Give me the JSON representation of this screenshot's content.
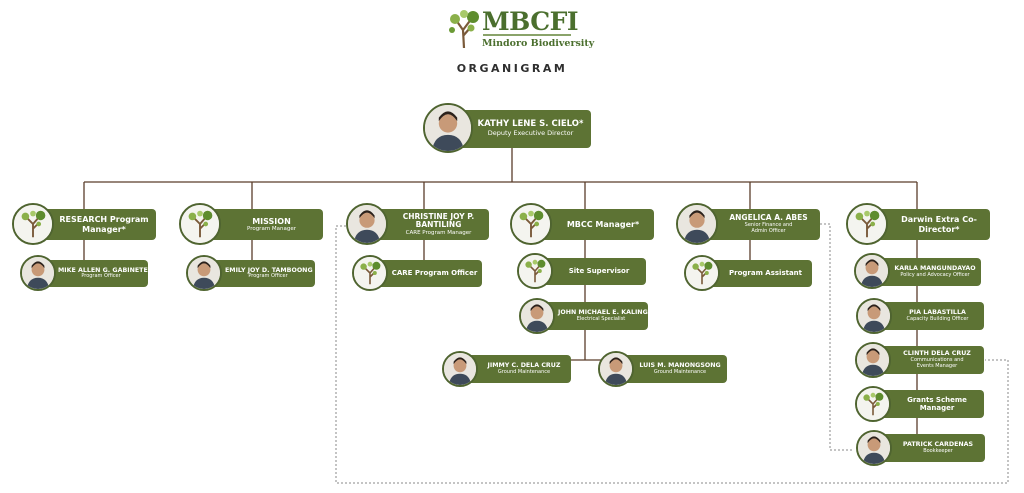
{
  "header": {
    "logo_text": "MBCFI",
    "logo_subtitle": "Mindoro Biodiversity",
    "page_title": "ORGANIGRAM"
  },
  "colors": {
    "box": "#5d7334",
    "line": "#5a3d2b",
    "dashed": "#8a8a8a",
    "text": "#ffffff"
  },
  "top": {
    "name": "KATHY LENE S. CIELO*",
    "role": "Deputy Executive Director",
    "avatar": "person-photo"
  },
  "columns": [
    {
      "head": {
        "name_lines": [
          "RESEARCH Program",
          "Manager*"
        ],
        "role": "",
        "avatar": "logo-icon"
      },
      "members": [
        {
          "name": "MIKE ALLEN G. GABINETE",
          "role": "Program Officer",
          "avatar": "person-photo"
        }
      ]
    },
    {
      "head": {
        "name_lines": [
          "MISSION"
        ],
        "role": "Program Manager",
        "avatar": "logo-icon"
      },
      "members": [
        {
          "name": "EMILY JOY D. TAMBOONG",
          "role": "Program Officer",
          "avatar": "person-photo"
        }
      ]
    },
    {
      "head": {
        "name_lines": [
          "CHRISTINE JOY P.",
          "BANTILING"
        ],
        "role": "CARE Program Manager",
        "avatar": "person-photo"
      },
      "members": [
        {
          "name": "CARE Program Officer",
          "role": "",
          "avatar": "logo-icon"
        }
      ]
    },
    {
      "head": {
        "name_lines": [
          "MBCC Manager*"
        ],
        "role": "",
        "avatar": "logo-icon"
      },
      "members": [
        {
          "name": "Site Supervisor",
          "role": "",
          "avatar": "logo-icon"
        },
        {
          "name": "JOHN MICHAEL E. KALINGA",
          "role": "Electrical Specialist",
          "avatar": "person-photo"
        }
      ],
      "ground": [
        {
          "name": "JIMMY C. DELA CRUZ",
          "role": "Ground Maintenance",
          "avatar": "person-photo"
        },
        {
          "name": "LUIS M. MANONGSONG",
          "role": "Ground Maintenance",
          "avatar": "person-photo"
        }
      ]
    },
    {
      "head": {
        "name_lines": [
          "ANGELICA A. ABES"
        ],
        "role_lines": [
          "Senior Finance and",
          "Admin Officer"
        ],
        "avatar": "person-photo"
      },
      "members": [
        {
          "name": "Program Assistant",
          "role": "",
          "avatar": "logo-icon"
        }
      ]
    },
    {
      "head": {
        "name_lines": [
          "Darwin Extra Co-",
          "Director*"
        ],
        "role": "",
        "avatar": "logo-icon"
      },
      "members": [
        {
          "name": "KARLA MANGUNDAYAO",
          "role": "Policy and Advocacy Officer",
          "avatar": "person-photo"
        },
        {
          "name": "PIA LABASTILLA",
          "role": "Capacity Building Officer",
          "avatar": "person-photo"
        },
        {
          "name": "CLINTH DELA CRUZ",
          "role_lines": [
            "Communications and",
            "Events Manager"
          ],
          "avatar": "person-photo"
        },
        {
          "name_lines": [
            "Grants Scheme",
            "Manager"
          ],
          "role": "",
          "avatar": "logo-icon"
        },
        {
          "name": "PATRICK CARDENAS",
          "role": "Bookkeeper",
          "avatar": "person-photo"
        }
      ]
    }
  ]
}
